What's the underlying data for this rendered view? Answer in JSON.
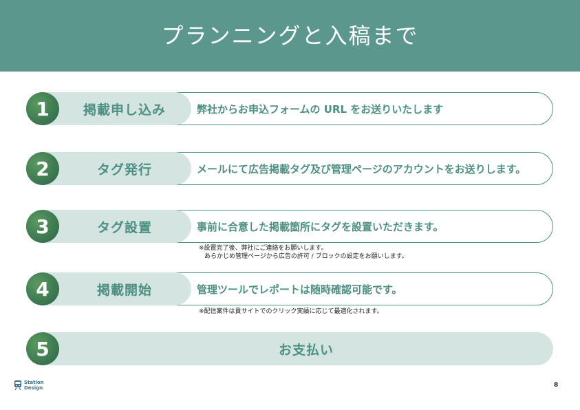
{
  "header": {
    "title": "プランニングと入稿まで"
  },
  "steps": [
    {
      "number": "1",
      "label": "掲載申し込み",
      "description": "弊社からお申込フォームの URL をお送りいたします"
    },
    {
      "number": "2",
      "label": "タグ発行",
      "description": "メールにて広告掲載タグ及び管理ページのアカウントをお送りします。"
    },
    {
      "number": "3",
      "label": "タグ設置",
      "description": "事前に合意した掲載箇所にタグを設置いただきます。"
    },
    {
      "number": "4",
      "label": "掲載開始",
      "description": "管理ツールでレポートは随時確認可能です。"
    },
    {
      "number": "5",
      "label": "お支払い"
    }
  ],
  "notes": {
    "step3_line1": "※設置完了後、弊社にご連絡をお願いします。",
    "step3_line2": "あらかじめ管理ページから広告の許可 / ブロックの設定をお願いします。",
    "step4_line1": "※配信案件は貴サイトでのクリック実績に応じて最適化されます。"
  },
  "footer": {
    "logo_line1": "Station",
    "logo_line2": "Design",
    "page_number": "8"
  },
  "colors": {
    "header_bg": "#5b978c",
    "accent": "#4d8f83",
    "pill_bg": "#d4e5e1",
    "circle": "#3f7c53"
  }
}
